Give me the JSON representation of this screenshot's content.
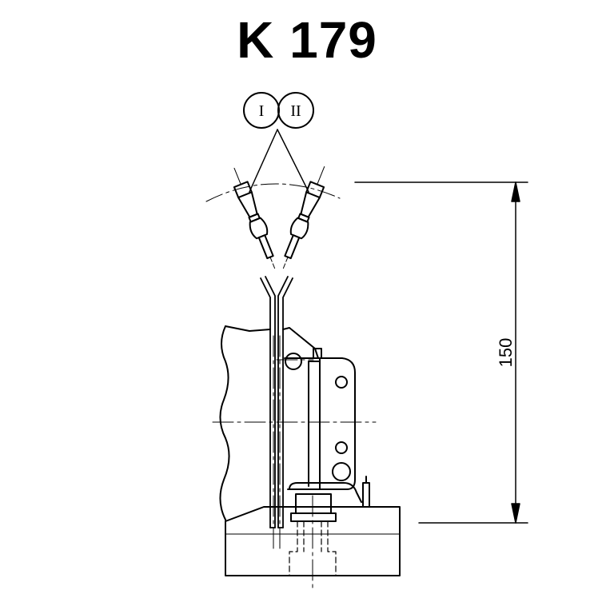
{
  "title": "K 179",
  "markers": {
    "left": "I",
    "right": "II"
  },
  "dimension": {
    "value": "150"
  }
}
